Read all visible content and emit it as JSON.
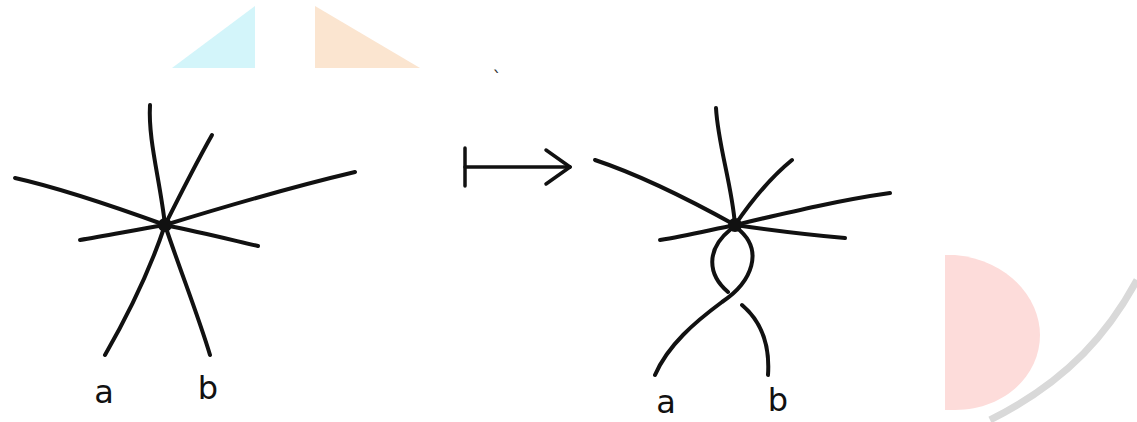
{
  "diagram": {
    "labels": [
      "`",
      "a",
      "b",
      "a",
      "b"
    ]
  }
}
